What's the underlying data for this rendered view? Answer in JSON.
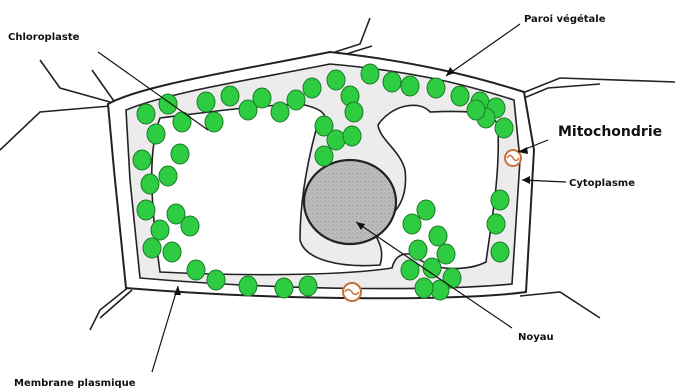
{
  "labels": {
    "chloroplaste": "Chloroplaste",
    "paroi": "Paroi végétale",
    "mitochondrie": "Mitochondrie",
    "cytoplasme": "Cytoplasme",
    "noyau": "Noyau",
    "membrane": "Membrane plasmique"
  },
  "colors": {
    "chloroplast_fill": "#2ecc40",
    "chloroplast_stroke": "#1a7a26",
    "cytoplasm": "#ececec",
    "nucleus": "#b8b8b8",
    "mitochondria": "#c8703a",
    "wall": "#222222"
  }
}
